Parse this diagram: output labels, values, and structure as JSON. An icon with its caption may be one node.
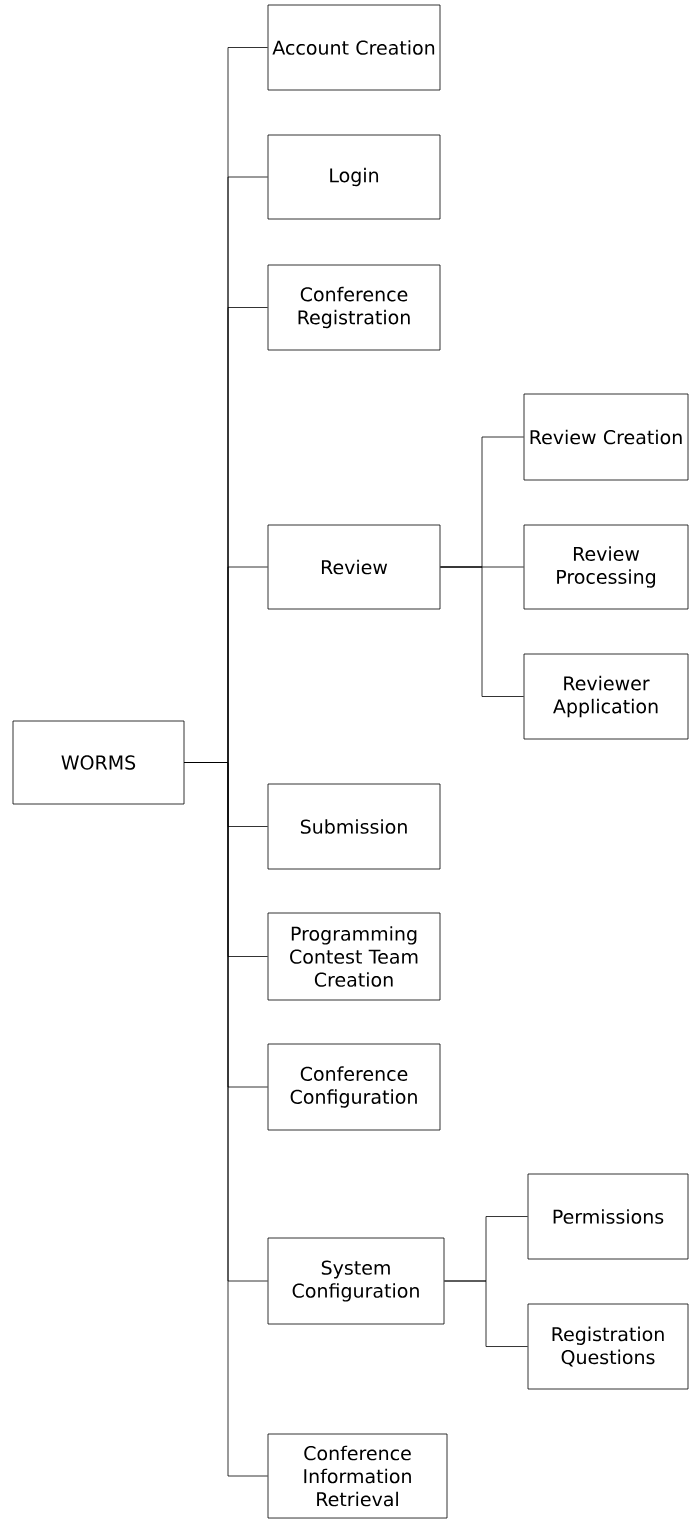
{
  "diagram": {
    "nodes": [
      {
        "text": [
          "WORMS"
        ]
      },
      {
        "text": [
          "Account Creation"
        ]
      },
      {
        "text": [
          "Login"
        ]
      },
      {
        "text": [
          "Conference Registration"
        ]
      },
      {
        "text": [
          "Review"
        ]
      },
      {
        "text": [
          "Review Creation"
        ]
      },
      {
        "text": [
          "Review Processing"
        ]
      },
      {
        "text": [
          "Reviewer Application"
        ]
      },
      {
        "text": [
          "Submission"
        ]
      },
      {
        "text": [
          "Programming Contest Team Creation"
        ]
      },
      {
        "text": [
          "Conference Configuration"
        ]
      },
      {
        "text": [
          "System Configuration"
        ]
      },
      {
        "text": [
          "Permissions"
        ]
      },
      {
        "text": [
          "Registration Questions"
        ]
      },
      {
        "text": [
          "Conference Information Retrieval"
        ]
      }
    ],
    "edges": [
      {
        "from": 0,
        "to": 1,
        "arrow": "none"
      },
      {
        "from": 0,
        "to": 2,
        "arrow": "none"
      },
      {
        "from": 0,
        "to": 3,
        "arrow": "none"
      },
      {
        "from": 0,
        "to": 4,
        "arrow": "none"
      },
      {
        "from": 4,
        "to": 5,
        "arrow": "none"
      },
      {
        "from": 4,
        "to": 6,
        "arrow": "none"
      },
      {
        "from": 4,
        "to": 7,
        "arrow": "none"
      },
      {
        "from": 0,
        "to": 8,
        "arrow": "none"
      },
      {
        "from": 0,
        "to": 9,
        "arrow": "none"
      },
      {
        "from": 0,
        "to": 10,
        "arrow": "none"
      },
      {
        "from": 0,
        "to": 11,
        "arrow": "none"
      },
      {
        "from": 11,
        "to": 12,
        "arrow": "none"
      },
      {
        "from": 11,
        "to": 13,
        "arrow": "none"
      },
      {
        "from": 0,
        "to": 14,
        "arrow": "none"
      }
    ]
  }
}
